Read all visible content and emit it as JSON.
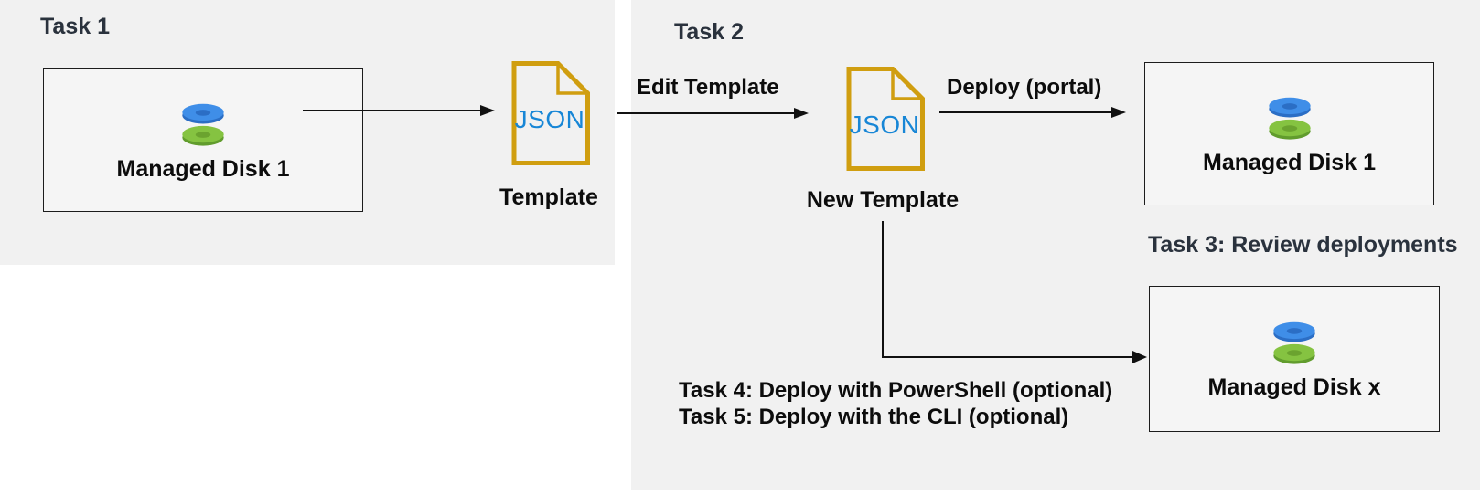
{
  "task1": {
    "heading": "Task 1",
    "disk_box_label": "Managed Disk 1",
    "json_icon_text": "JSON",
    "template_label": "Template"
  },
  "task2": {
    "heading": "Task 2",
    "edit_template_label": "Edit Template",
    "json_icon_text": "JSON",
    "new_template_label": "New Template",
    "deploy_portal_label": "Deploy (portal)",
    "portal_disk_box_label": "Managed Disk 1",
    "task3_label": "Task 3: Review deployments",
    "cli_disk_box_label": "Managed Disk x",
    "task4_label": "Task 4: Deploy with PowerShell (optional)",
    "task5_label": "Task 5: Deploy with the CLI (optional)"
  },
  "colors": {
    "panel_bg": "#f1f1f1",
    "box_bg": "#f5f5f5",
    "box_border": "#1c1c1c",
    "heading_text": "#2a323d",
    "label_text": "#0c0c0c",
    "arrow": "#111111",
    "json_doc_gold": "#d09e10",
    "json_text_blue": "#1786d6",
    "disk_blue_top": "#3f8ee8",
    "disk_blue_side": "#2b6ec5",
    "disk_green_top": "#85c341",
    "disk_green_side": "#619c2d"
  }
}
